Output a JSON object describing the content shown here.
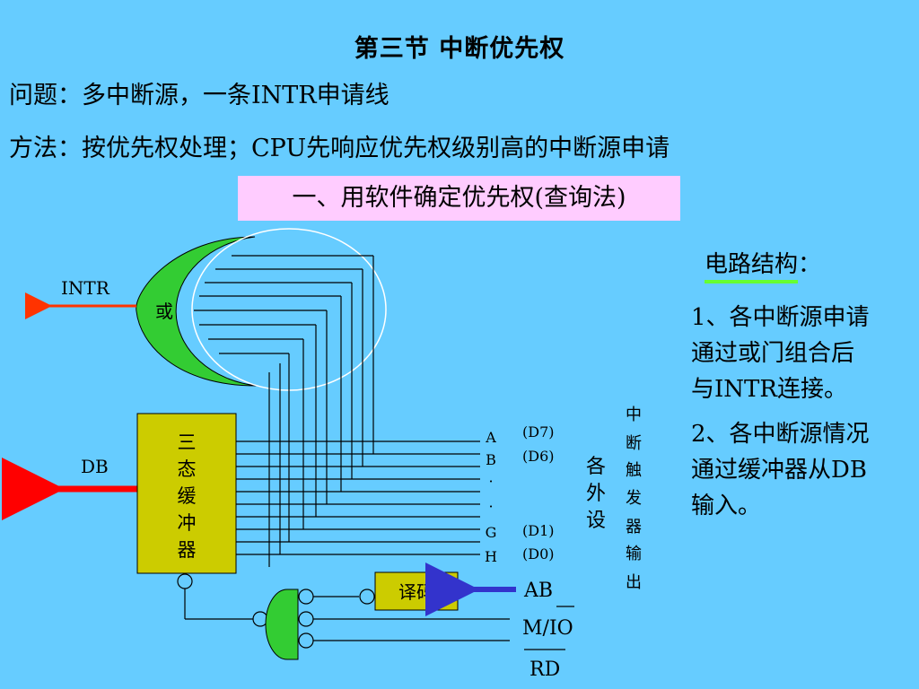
{
  "title": "第三节    中断优先权",
  "problem": "问题：多中断源，一条INTR申请线",
  "method": "方法：按优先权处理；CPU先响应优先权级别高的中断源申请",
  "section_heading": "一、用软件确定优先权(查询法)",
  "circuit_label": "电路结构",
  "circuit_colon": "：",
  "notes": [
    "1、各中断源申请通过或门组合后与INTR连接。",
    "2、各中断源情况通过缓冲器从DB输入。"
  ],
  "diagram": {
    "intr": "INTR",
    "or_gate": "或",
    "db": "DB",
    "buffer": [
      "三",
      "态",
      "缓",
      "冲",
      "器"
    ],
    "line_letters": [
      "A",
      "B",
      "·",
      "·",
      "G",
      "H"
    ],
    "bits": [
      "(D7)",
      "(D6)",
      "(D1)",
      "(D0)"
    ],
    "peripherals": [
      "各",
      "外",
      "设"
    ],
    "trigger_output": [
      "中",
      "断",
      "触",
      "发",
      "器",
      "输",
      "出"
    ],
    "decoder": "译码",
    "ab": "AB",
    "mio": "M/IO",
    "rd": "RD"
  },
  "colors": {
    "background": "#66ccff",
    "heading_box": "#ffccff",
    "gate_fill": "#33cc33",
    "buffer_fill": "#cccc00",
    "intr_arrow": "#ff3300",
    "db_arrow": "#ff0000",
    "ab_arrow": "#3333cc",
    "underline": "#66ff33"
  }
}
